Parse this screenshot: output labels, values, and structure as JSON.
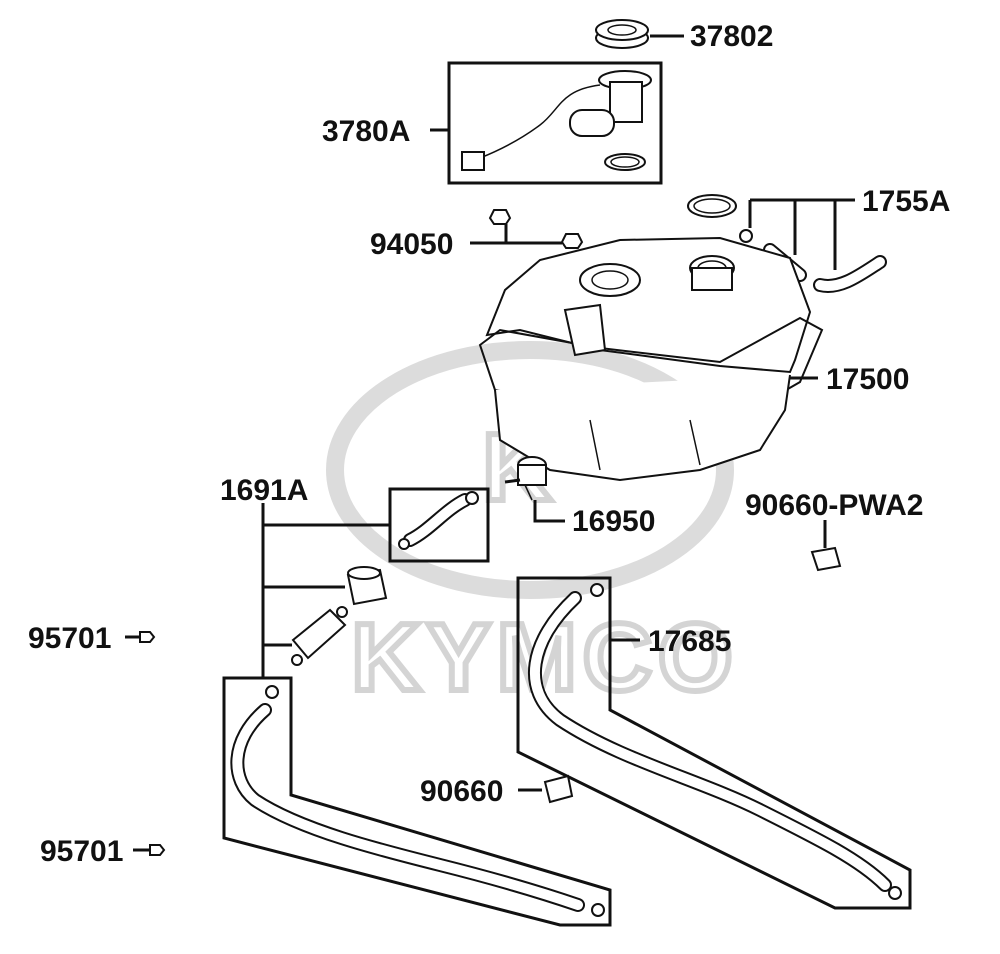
{
  "watermark": {
    "brand": "KYMCO"
  },
  "labels": {
    "p37802": "37802",
    "p3780A": "3780A",
    "p1755A": "1755A",
    "p94050": "94050",
    "p17500": "17500",
    "p1691A": "1691A",
    "p16950": "16950",
    "p90660PWA2": "90660-PWA2",
    "p95701a": "95701",
    "p17685": "17685",
    "p90660": "90660",
    "p95701b": "95701"
  }
}
